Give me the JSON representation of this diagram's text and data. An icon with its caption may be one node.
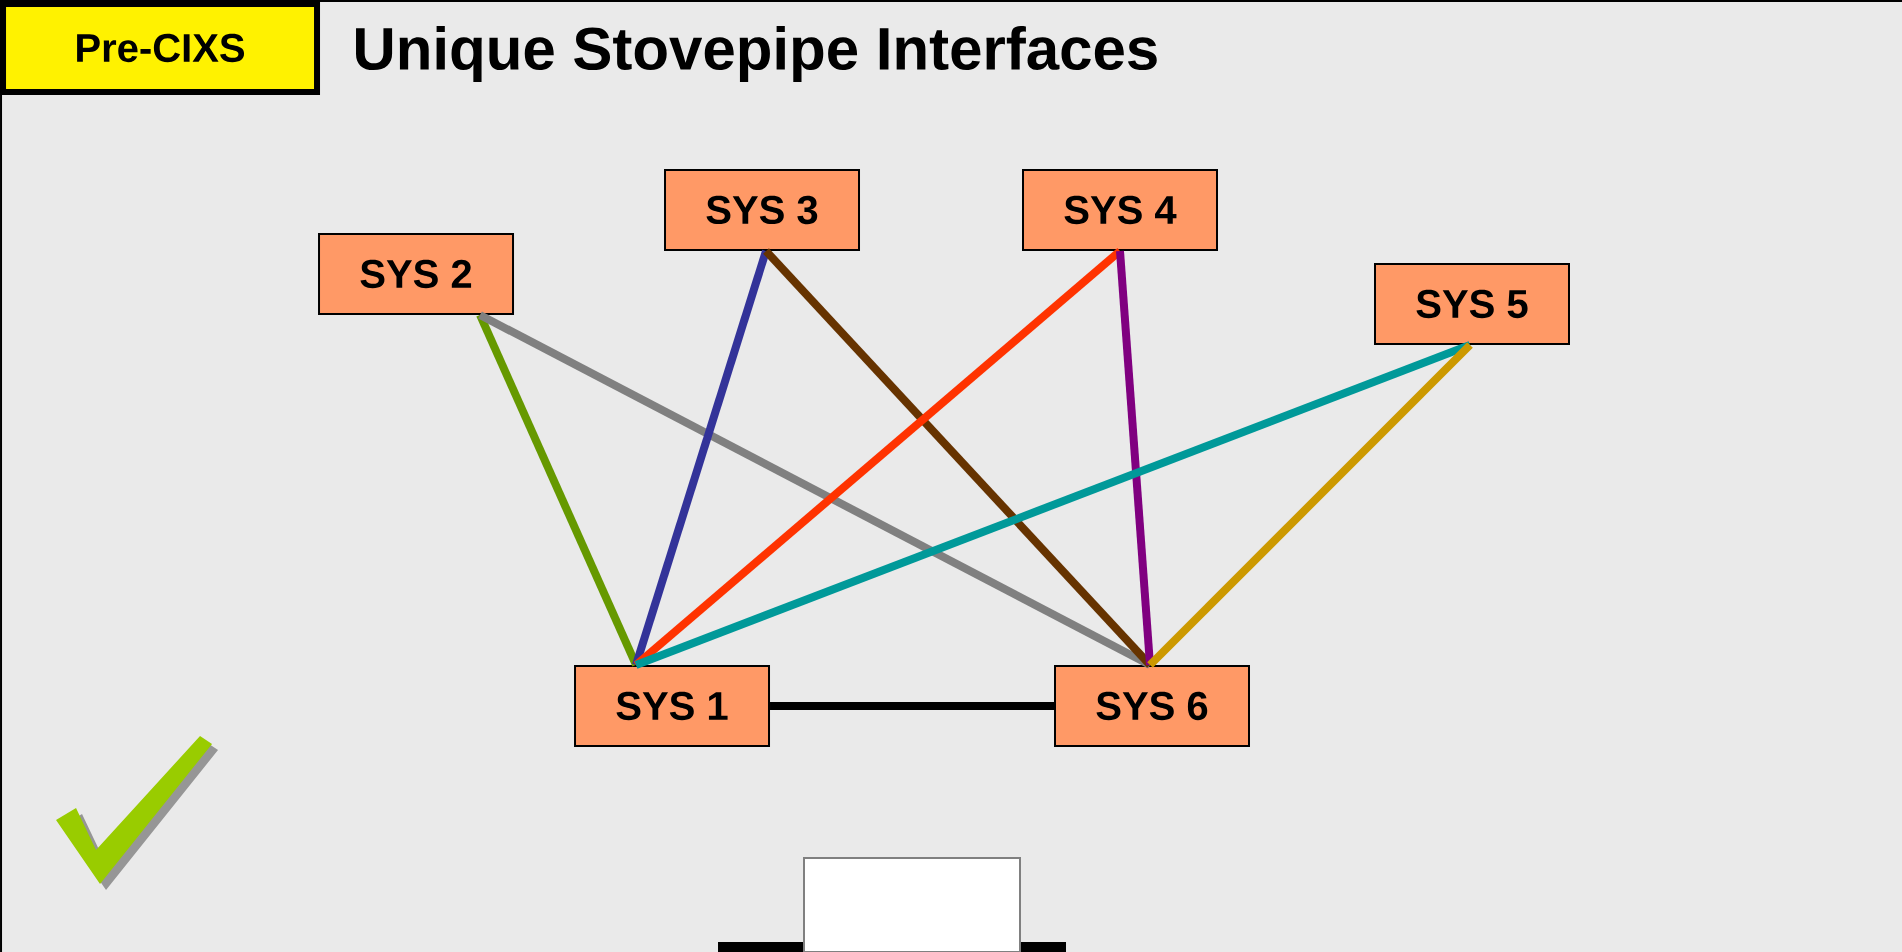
{
  "diagram": {
    "title": "Unique Stovepipe Interfaces",
    "nodes": [
      {
        "text": [
          "Pre-CIXS"
        ]
      },
      {
        "text": [
          "SYS 2"
        ]
      },
      {
        "text": [
          "SYS 3"
        ]
      },
      {
        "text": [
          "SYS 4"
        ]
      },
      {
        "text": [
          "SYS 5"
        ]
      },
      {
        "text": [
          "SYS 1"
        ]
      },
      {
        "text": [
          "SYS 6"
        ]
      }
    ],
    "edges": [
      {
        "from": 1,
        "to": 5,
        "arrow": "none",
        "color": "#669900"
      },
      {
        "from": 1,
        "to": 6,
        "arrow": "none",
        "color": "#808080"
      },
      {
        "from": 2,
        "to": 5,
        "arrow": "none",
        "color": "#333399"
      },
      {
        "from": 2,
        "to": 6,
        "arrow": "none",
        "color": "#663300"
      },
      {
        "from": 3,
        "to": 5,
        "arrow": "none",
        "color": "#ff3300"
      },
      {
        "from": 3,
        "to": 6,
        "arrow": "none",
        "color": "#800080"
      },
      {
        "from": 4,
        "to": 5,
        "arrow": "none",
        "color": "#009999"
      },
      {
        "from": 4,
        "to": 6,
        "arrow": "none",
        "color": "#cc9900"
      },
      {
        "from": 5,
        "to": 6,
        "arrow": "none",
        "color": "#000000"
      }
    ]
  }
}
